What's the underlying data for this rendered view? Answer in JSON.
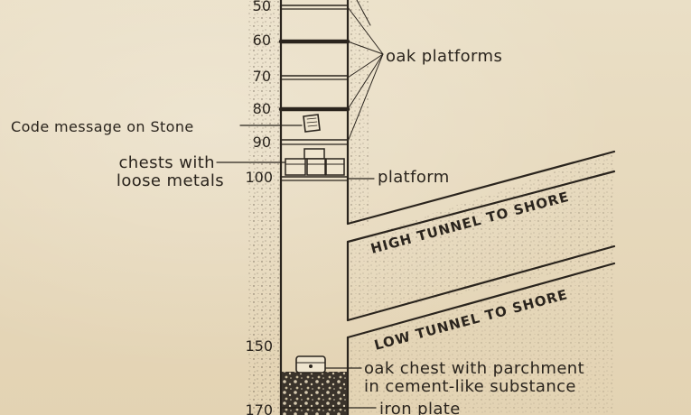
{
  "depth_markers": [
    {
      "value": "50",
      "depth": 50
    },
    {
      "value": "60",
      "depth": 60
    },
    {
      "value": "70",
      "depth": 70
    },
    {
      "value": "80",
      "depth": 80
    },
    {
      "value": "90",
      "depth": 90
    },
    {
      "value": "100",
      "depth": 100
    },
    {
      "value": "150",
      "depth": 150
    },
    {
      "value": "170",
      "depth": 170
    }
  ],
  "labels": {
    "oak_platforms": "oak platforms",
    "code_message": "Code message on Stone",
    "chests_line1": "chests with",
    "chests_line2": "loose metals",
    "platform": "platform",
    "high_tunnel": "HIGH TUNNEL TO SHORE",
    "low_tunnel": "LOW TUNNEL TO SHORE",
    "oak_chest_line1": "oak chest with parchment",
    "oak_chest_line2": "in cement-like substance",
    "iron_plate": "iron plate"
  },
  "colors": {
    "paper": "#e9ddc2",
    "ink": "#2a241d"
  }
}
